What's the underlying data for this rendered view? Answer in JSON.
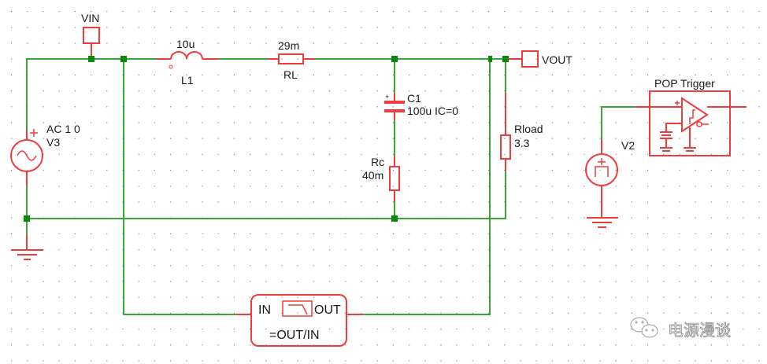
{
  "schematic": {
    "colors": {
      "wire": "#3aa63a",
      "component": "#f03c3c",
      "junction": "#0a8a0a",
      "text": "#1a1a1a",
      "grid_dot": "#888888",
      "background": "#ffffff"
    },
    "probes": {
      "vin": {
        "label": "VIN"
      },
      "vout": {
        "label": "VOUT"
      }
    },
    "components": {
      "inductor": {
        "ref": "L1",
        "value": "10u"
      },
      "series_resistor": {
        "ref": "RL",
        "value": "29m"
      },
      "capacitor": {
        "ref": "C1",
        "value": "100u IC=0"
      },
      "esr_resistor": {
        "ref": "Rc",
        "value": "40m"
      },
      "load_resistor": {
        "ref": "Rload",
        "value": "3.3"
      },
      "ac_source": {
        "ref": "V3",
        "value": "AC 1 0",
        "plus_sign": "+"
      },
      "pulse_source": {
        "ref": "V2",
        "plus_sign": "+"
      },
      "pop_trigger": {
        "label": "POP Trigger",
        "plus_sign": "+"
      },
      "transfer_block": {
        "in_label": "IN",
        "out_label": "OUT",
        "expression": "=OUT/IN"
      }
    },
    "watermark": {
      "text": "电源漫谈",
      "icon": "wechat-icon"
    }
  }
}
